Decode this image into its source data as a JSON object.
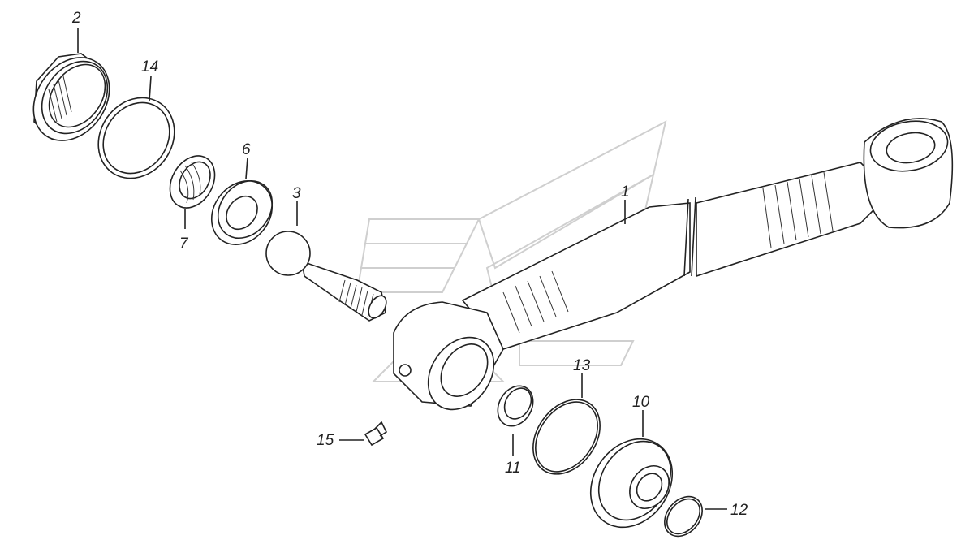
{
  "callouts": [
    {
      "id": "p1",
      "label": "1"
    },
    {
      "id": "p2",
      "label": "2"
    },
    {
      "id": "p3",
      "label": "3"
    },
    {
      "id": "p6",
      "label": "6"
    },
    {
      "id": "p7",
      "label": "7"
    },
    {
      "id": "p10",
      "label": "10"
    },
    {
      "id": "p11",
      "label": "11"
    },
    {
      "id": "p12",
      "label": "12"
    },
    {
      "id": "p13",
      "label": "13"
    },
    {
      "id": "p14",
      "label": "14"
    },
    {
      "id": "p15",
      "label": "15"
    }
  ]
}
